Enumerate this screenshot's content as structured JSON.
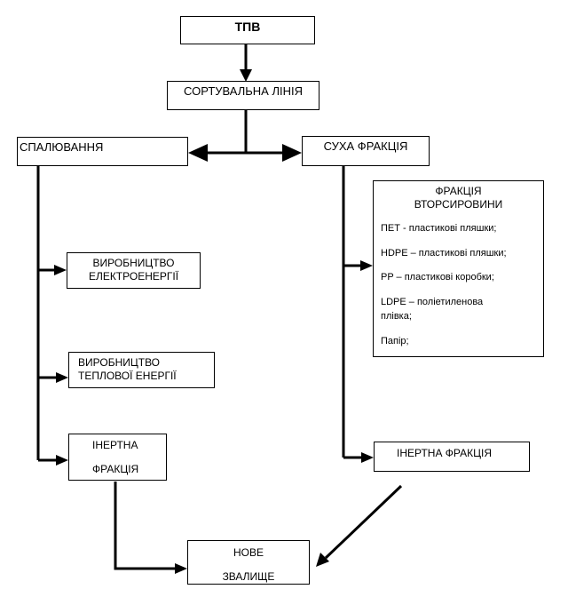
{
  "nodes": {
    "tpv": "ТПВ",
    "sorting_line": "СОРТУВАЛЬНА ЛІНІЯ",
    "incineration": "СПАЛЮВАННЯ",
    "dry_fraction": "СУХА ФРАКЦІЯ",
    "electricity": [
      "ВИРОБНИЦТВО",
      "ЕЛЕКТРОЕНЕРГІЇ"
    ],
    "heat": [
      "ВИРОБНИЦТВО",
      "ТЕПЛОВОЇ ЕНЕРГІЇ"
    ],
    "inert_left": [
      "ІНЕРТНА",
      "ФРАКЦІЯ"
    ],
    "inert_right": "ІНЕРТНА  ФРАКЦІЯ",
    "new_landfill": [
      "НОВЕ",
      "ЗВАЛИЩЕ"
    ]
  },
  "recyclables": {
    "title": [
      "ФРАКЦІЯ",
      "ВТОРСИРОВИНИ"
    ],
    "items": [
      "ПЕТ - пластикові пляшки;",
      "HDPE – пластикові пляшки;",
      "PP – пластикові коробки;",
      "LDPE – поліетиленова",
      "плівка;",
      "Папір;"
    ]
  }
}
